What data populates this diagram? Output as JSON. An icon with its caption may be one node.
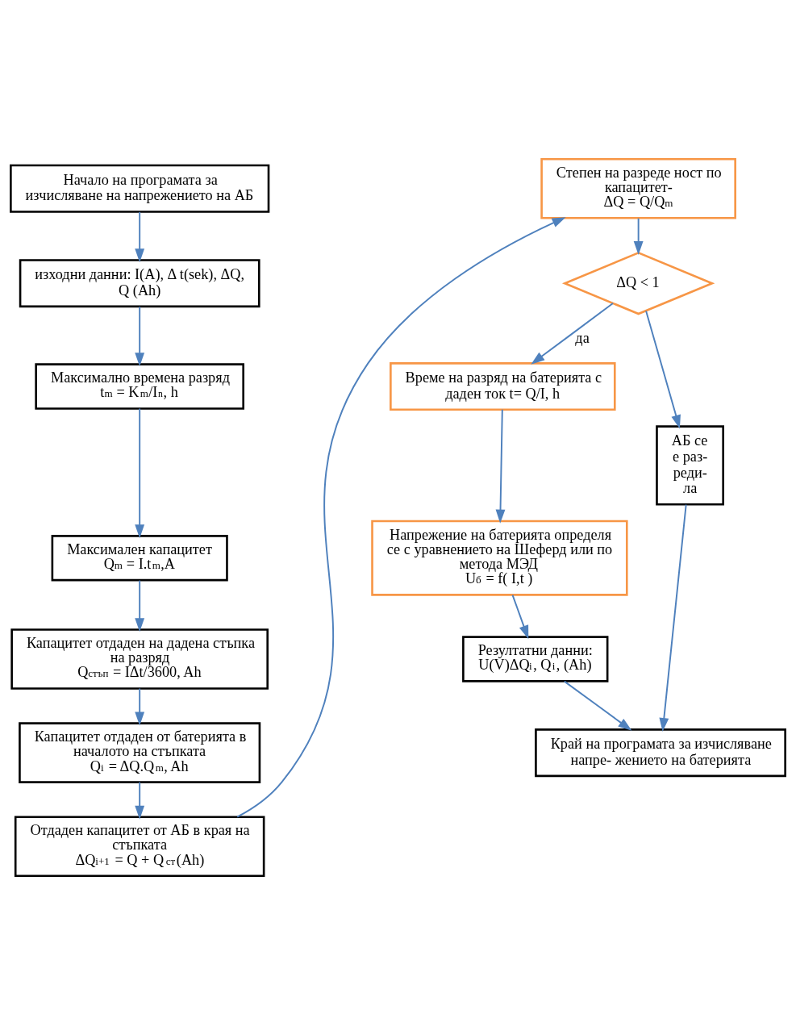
{
  "diagram": {
    "nodes": [
      {
        "text": [
          "Начало на програмата за изчисляване на напрежението на АБ"
        ]
      },
      {
        "text": [
          "изходни данни: I(A), Δ t(sek), ΔQ, Q (Ah)"
        ]
      },
      {
        "text": [
          "Максимално времена разряд",
          "t$_{m}$ = K$_{m}$/I$^{n}$, h"
        ]
      },
      {
        "text": [
          "Максимален капацитет",
          "Q$_{m}$ = I.t$_{m}$,A"
        ]
      },
      {
        "text": [
          "Капацитет отдаден на дадена стъпка на разряд",
          "Q$_{стъп}$ = IΔt/3600, Ah"
        ]
      },
      {
        "text": [
          "Капацитет отдаден от батерията в началото на стъпката",
          "Q$_{i}$ = ΔQ.Q$_{m}$, Ah"
        ]
      },
      {
        "text": [
          "Отдаден капацитет от АБ в края на стъпката",
          "ΔQ$_{i+1}$ = Q + Q$_{ст}$(Ah)"
        ]
      },
      {
        "text": [
          "Степен на разреде ност по капацитет-",
          "ΔQ = Q/Q$_{m}$"
        ]
      },
      {
        "text": [
          "ΔQ < 1"
        ]
      },
      {
        "text": [
          "Време на разряд на батерията с даден ток t= Q/I, h"
        ]
      },
      {
        "text": [
          "АБ се е раз- реди- ла"
        ]
      },
      {
        "text": [
          "Напрежение на батерията определя се с уравнението на Шеферд или по метода МЭД",
          "U$_{б}$ = f( I,t )"
        ]
      },
      {
        "text": [
          "Резултатни данни:",
          "U(V)ΔQ$_{i}$, Q$_{i}$, (Ah)"
        ]
      },
      {
        "text": [
          "Край на програмата за изчисляване напре- жението на батерията"
        ]
      }
    ],
    "edges": [
      {
        "from": 0,
        "to": 1,
        "arrow": "to"
      },
      {
        "from": 1,
        "to": 2,
        "arrow": "to"
      },
      {
        "from": 2,
        "to": 3,
        "arrow": "to"
      },
      {
        "from": 3,
        "to": 4,
        "arrow": "to"
      },
      {
        "from": 4,
        "to": 5,
        "arrow": "to"
      },
      {
        "from": 5,
        "to": 6,
        "arrow": "to"
      },
      {
        "from": 6,
        "to": 7,
        "arrow": "to"
      },
      {
        "from": 7,
        "to": 8,
        "arrow": "to"
      },
      {
        "from": 8,
        "to": 9,
        "arrow": "to",
        "label": "да"
      },
      {
        "from": 8,
        "to": 10,
        "arrow": "to"
      },
      {
        "from": 9,
        "to": 11,
        "arrow": "to"
      },
      {
        "from": 11,
        "to": 12,
        "arrow": "to"
      },
      {
        "from": 10,
        "to": 13,
        "arrow": "to"
      },
      {
        "from": 12,
        "to": 13,
        "arrow": "to"
      }
    ]
  }
}
